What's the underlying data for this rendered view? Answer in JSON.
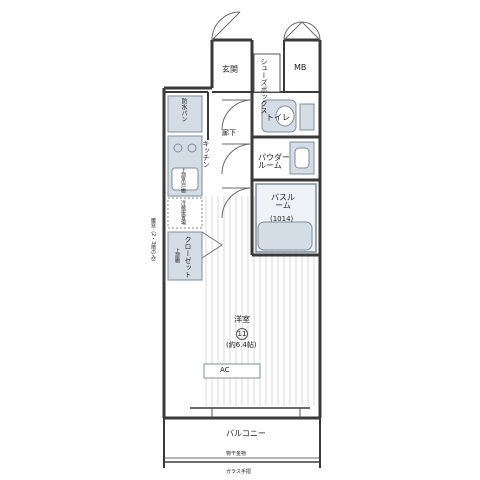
{
  "labels": {
    "genkan": "玄関",
    "shoes_box": "シューズボックス",
    "mb": "MB",
    "washer_pan": "防水パン",
    "toilet": "トイレ",
    "corridor": "廊下",
    "kitchen": "キッチン",
    "powder_room": "パウダールーム",
    "bath_room": "バスルーム",
    "bath_size": "(1014)",
    "closet": "クローゼット",
    "youshitsu": "洋室",
    "youshitsu_num": "11",
    "area": "(約6.4帖)",
    "ac": "AC",
    "balcony": "バルコニー",
    "railing_fitting": "物干金物",
    "glass_railing": "ガラス手摺",
    "upper_shelf": "上部吊戸棚",
    "upper_shelf_2": "上部棚",
    "fridge": "冷蔵庫置場",
    "window_note": "腰窓（2・3階のみ）"
  },
  "colors": {
    "wall": "#3a3a3a",
    "fixture_fill": "#d4dde6",
    "fixture_stroke": "#7f8d9a",
    "floor_line": "#c8c8c8",
    "text": "#222222"
  }
}
